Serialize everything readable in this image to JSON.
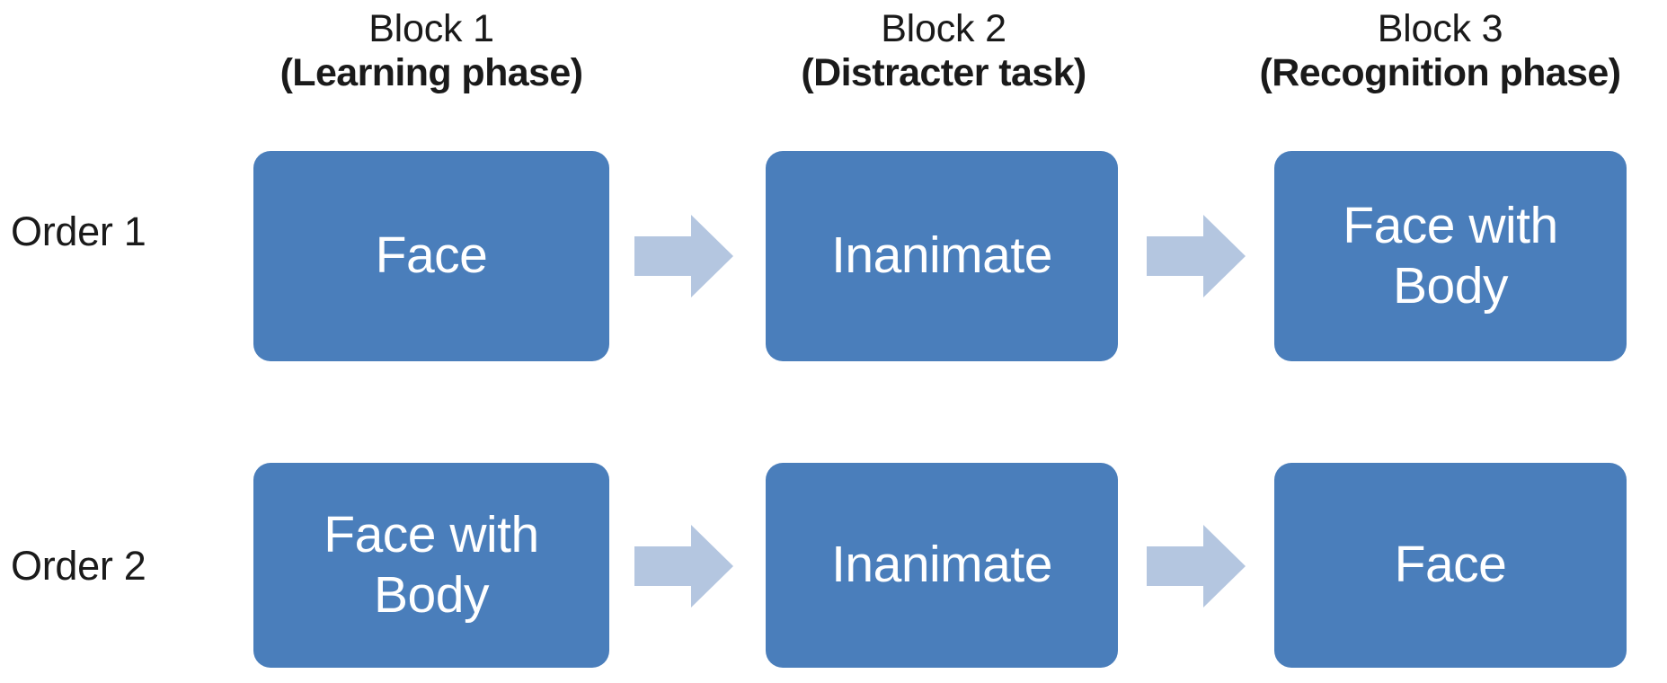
{
  "figure": {
    "background_color": "#ffffff",
    "box_fill_color": "#4a7ebb",
    "box_text_color": "#ffffff",
    "arrow_color": "#b4c6e0",
    "label_text_color": "#1a1a1a"
  },
  "columns": [
    {
      "block": "Block 1",
      "phase": "(Learning phase)"
    },
    {
      "block": "Block 2",
      "phase": "(Distracter task)"
    },
    {
      "block": "Block 3",
      "phase": "(Recognition phase)"
    }
  ],
  "rows": [
    {
      "label": "Order 1",
      "cells": [
        {
          "lines": [
            "Face"
          ]
        },
        {
          "lines": [
            "Inanimate"
          ]
        },
        {
          "lines": [
            "Face with",
            "Body"
          ]
        }
      ],
      "arrows": [
        "arrow-right",
        "arrow-right"
      ]
    },
    {
      "label": "Order 2",
      "cells": [
        {
          "lines": [
            "Face with",
            "Body"
          ]
        },
        {
          "lines": [
            "Inanimate"
          ]
        },
        {
          "lines": [
            "Face"
          ]
        }
      ],
      "arrows": [
        "arrow-right",
        "arrow-right"
      ]
    }
  ]
}
